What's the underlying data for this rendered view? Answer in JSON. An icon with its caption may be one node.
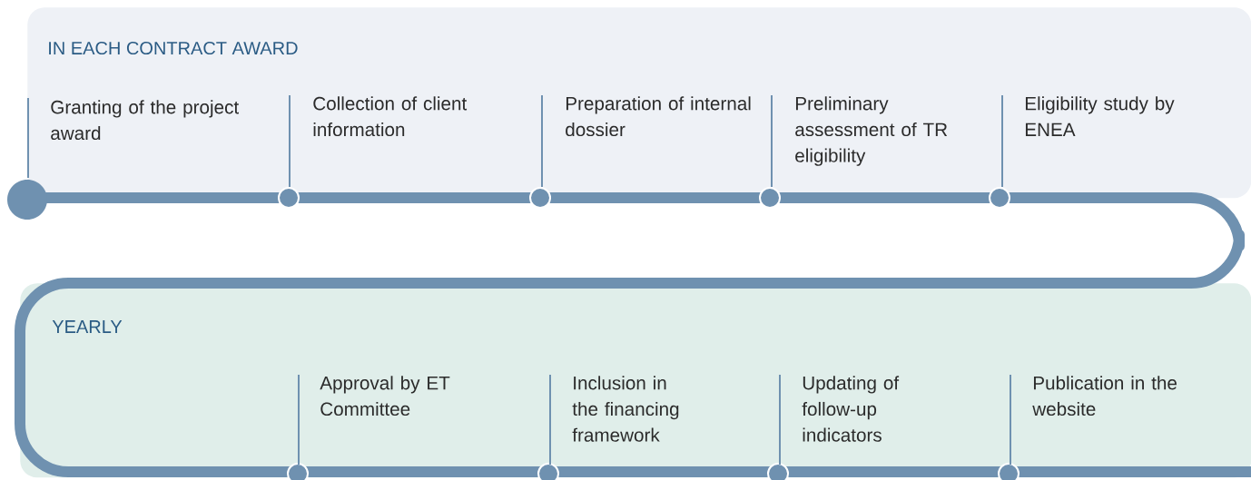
{
  "diagram": {
    "nodes": [
      {
        "text": [
          "IN EACH CONTRACT AWARD"
        ]
      },
      {
        "text": [
          "YEARLY"
        ]
      }
    ],
    "labels": [
      "Granting of the project award",
      "Collection of client information",
      "Preparation of internal dossier",
      "Preliminary assessment of TR eligibility",
      "Eligibility study by ENEA",
      "Approval by ET Committee",
      "Inclusion in the financing framework",
      "Updating of follow-up indicators",
      "Publication in the website"
    ]
  }
}
